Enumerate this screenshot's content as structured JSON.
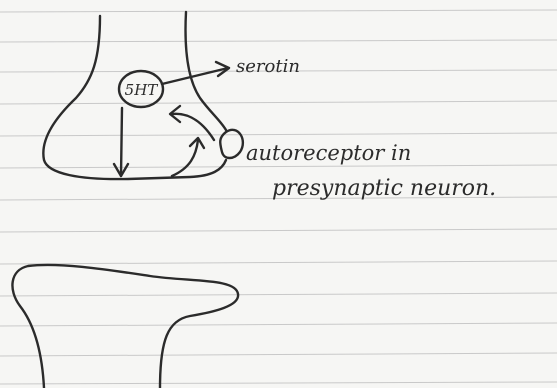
{
  "paper": {
    "background": "#f6f6f4",
    "rule_color": "#c9c9c9",
    "ink_color": "#2b2b2b"
  },
  "labels": {
    "neurotransmitter": "5HT",
    "serotonin": "serotin",
    "receptor_line1": "autoreceptor in",
    "receptor_line2": "presynaptic neuron."
  }
}
